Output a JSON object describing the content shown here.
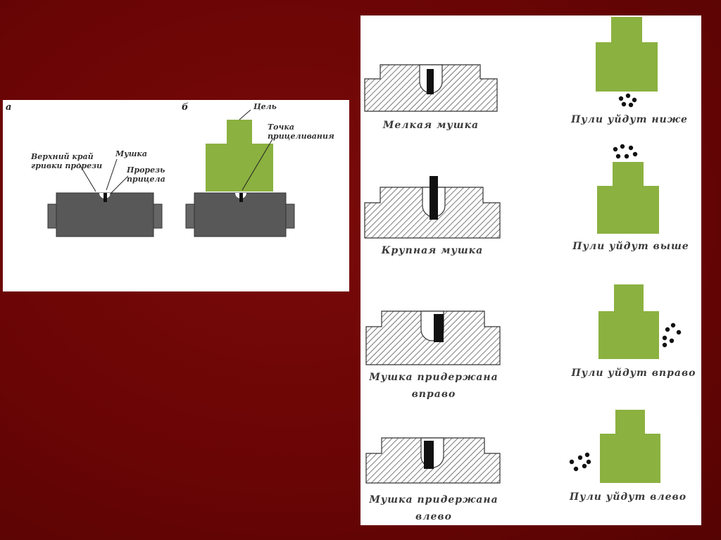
{
  "colors": {
    "slide_background": "#6a0505",
    "target_green": "#8bb140",
    "block_gray": "#555555",
    "hatch": "#444444"
  },
  "left_panel": {
    "label_a": "а",
    "label_b": "б",
    "upper_edge_line1": "Верхний край",
    "upper_edge_line2": "гривки прорези",
    "front_sight": "Мушка",
    "rear_slot_line1": "Прорезь",
    "rear_slot_line2": "прицела",
    "target": "Цель",
    "aim_point_line1": "Точка",
    "aim_point_line2": "прицеливания"
  },
  "right_panel": {
    "rows": [
      {
        "sight_caption": "Мелкая мушка",
        "sight_caption_line2": "",
        "result_caption": "Пули уйдут ниже",
        "sight_type": "small",
        "shot_group": "below"
      },
      {
        "sight_caption": "Крупная мушка",
        "sight_caption_line2": "",
        "result_caption": "Пули уйдут выше",
        "sight_type": "large",
        "shot_group": "above"
      },
      {
        "sight_caption": "Мушка придержана",
        "sight_caption_line2": "вправо",
        "result_caption": "Пули уйдут вправо",
        "sight_type": "right",
        "shot_group": "right"
      },
      {
        "sight_caption": "Мушка придержана",
        "sight_caption_line2": "влево",
        "result_caption": "Пули уйдут влево",
        "sight_type": "left",
        "shot_group": "left"
      }
    ]
  }
}
